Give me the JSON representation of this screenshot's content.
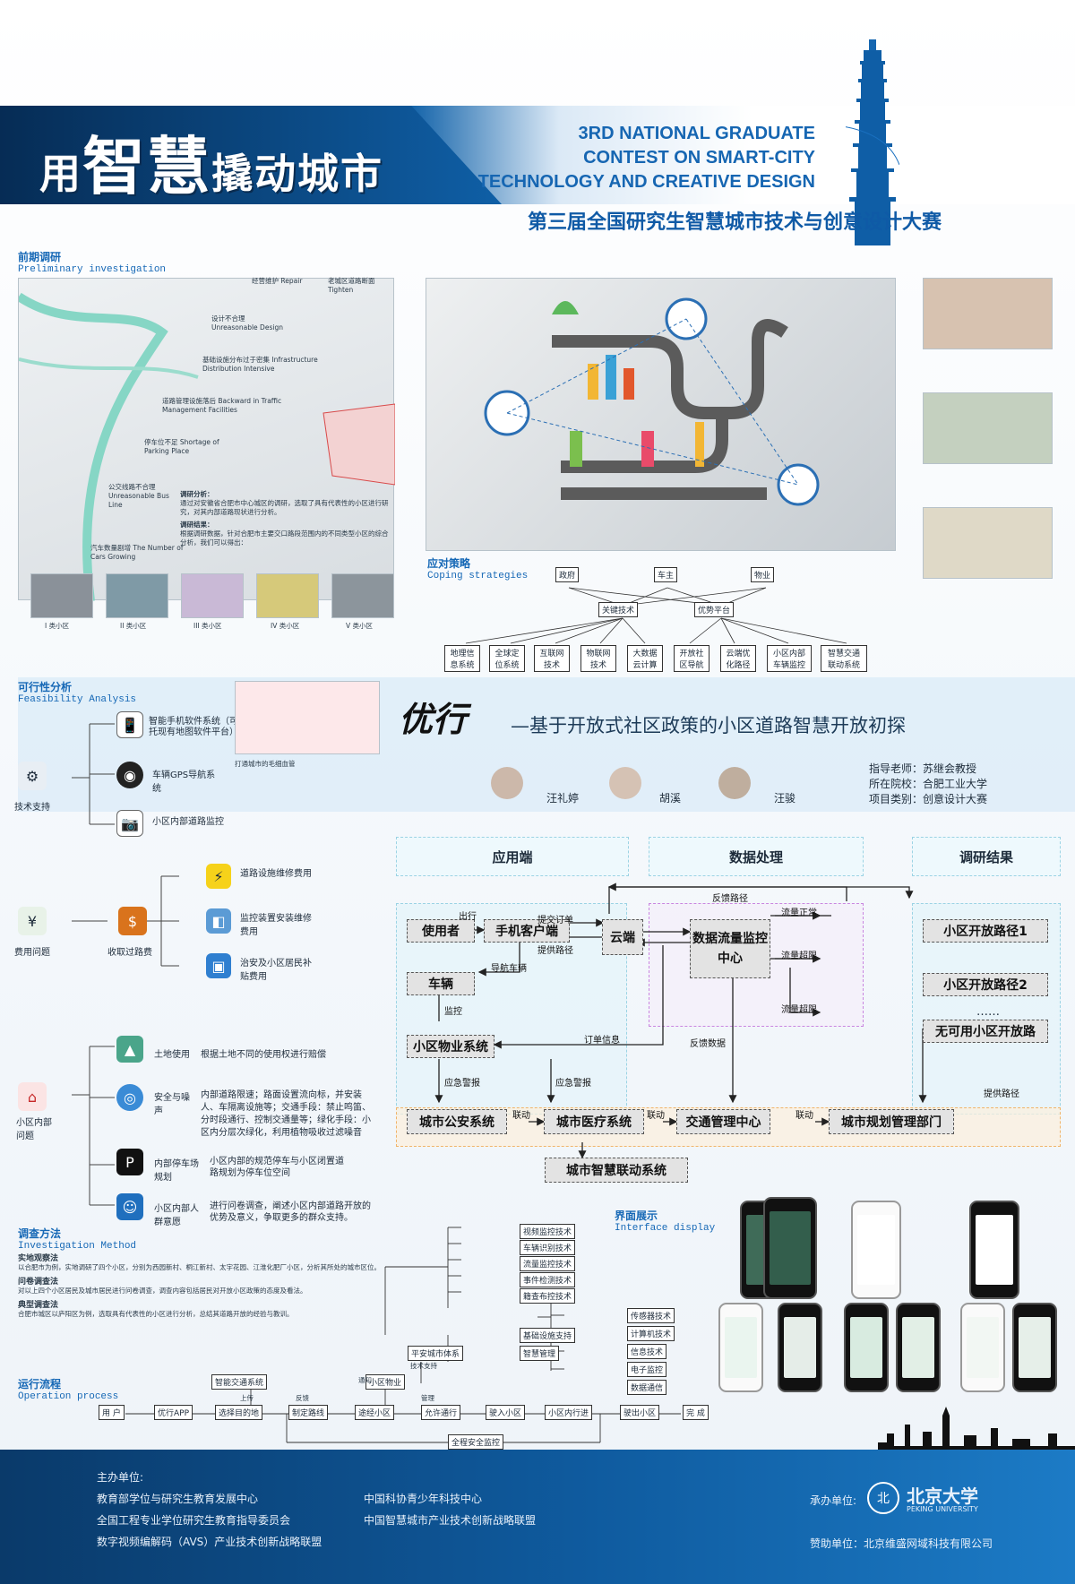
{
  "header": {
    "logo_small": "用",
    "logo_big": "智慧",
    "logo_rest": "撬动城市",
    "en_line1": "3RD NATIONAL GRADUATE",
    "en_line2": "CONTEST ON SMART-CITY",
    "en_line3": "TECHNOLOGY AND CREATIVE DESIGN",
    "cn_title": "第三届全国研究生智慧城市技术与创意设计大赛"
  },
  "preliminary": {
    "title": "前期调研",
    "subtitle": "Preliminary investigation",
    "labels": [
      "经营维护 Repair",
      "老城区道路断面 Tighten",
      "设计不合理 Unreasonable Design",
      "基础设施分布过于密集 Infrastructure Distribution Intensive",
      "道路管理设施落后 Backward in Traffic Management Facilities",
      "停车位不足 Shortage of Parking Place",
      "公交线路不合理 Unreasonable Bus Line",
      "汽车数量剧增 The Number of Cars Growing"
    ],
    "analysis_title": "调研分析：",
    "analysis_text": "通过对安徽省合肥市中心城区的调研，选取了具有代表性的小区进行研究，对其内部道路现状进行分析。",
    "result_title": "调研结果：",
    "result_text": "根据调研数据，针对合肥市主要交口路段范围内的不同类型小区的综合分析，我们可以得出：",
    "districts": [
      "I 类小区",
      "II 类小区",
      "III 类小区",
      "IV 类小区",
      "V 类小区"
    ]
  },
  "coping": {
    "title": "应对策略",
    "subtitle": "Coping strategies",
    "top": [
      "政府",
      "车主",
      "物业"
    ],
    "mid": [
      "关键技术",
      "优势平台"
    ],
    "bottom": [
      "地理信息系统",
      "全球定位系统",
      "互联网技术",
      "物联网技术",
      "大数据云计算",
      "开放社区导航",
      "云端优化路径",
      "小区内部车辆监控",
      "智慧交通联动系统"
    ]
  },
  "feasibility": {
    "title": "可行性分析",
    "subtitle": "Feasibility Analysis",
    "tech_support": "技术支持",
    "tech_items": [
      "智能手机软件系统（可依托现有地图软件平台）",
      "车辆GPS导航系统",
      "小区内部道路监控"
    ],
    "cost_issue": "费用问题",
    "toll": "收取过路费",
    "toll_items": [
      "道路设施维修费用",
      "监控装置安装维修费用",
      "治安及小区居民补贴费用"
    ],
    "inner_issue": "小区内部问题",
    "inner_items": [
      {
        "name": "土地使用",
        "desc": "根据土地不同的使用权进行赔偿"
      },
      {
        "name": "安全与噪声",
        "desc": "内部道路限速；路面设置流向标，并安装人、车隔离设施等；交通手段：禁止鸣笛、分时段通行、控制交通量等；绿化手段：小区内分层次绿化，利用植物吸收过滤噪音"
      },
      {
        "name": "内部停车场规划",
        "desc": "小区内部的规范停车与小区闭置道路规划为停车位空间"
      },
      {
        "name": "小区内部人群意愿",
        "desc": "进行问卷调查，阐述小区内部道路开放的优势及意义，争取更多的群众支持。"
      }
    ],
    "map_caption": "打通城市的毛细血管"
  },
  "project": {
    "logo": "优行",
    "subtitle": "—基于开放式社区政策的小区道路智慧开放初探",
    "members": [
      "汪礼婷",
      "胡溪",
      "汪骏"
    ],
    "advisor": "指导老师：苏继会教授",
    "school": "所在院校：合肥工业大学",
    "category": "项目类别：创意设计大赛"
  },
  "flow": {
    "headers": [
      "应用端",
      "数据处理",
      "调研结果"
    ],
    "nodes": {
      "user": "使用者",
      "client": "手机客户端",
      "cloud": "云端",
      "monitor": "数据流量监控中心",
      "road1": "小区开放路径1",
      "road2": "小区开放路径2",
      "noroad": "无可用小区开放路",
      "vehicle": "车辆",
      "property": "小区物业系统",
      "police": "城市公安系统",
      "medical": "城市医疗系统",
      "traffic": "交通管理中心",
      "planning": "城市规划管理部门",
      "linkage": "城市智慧联动系统",
      "dots": "……"
    },
    "edges": {
      "out": "出行",
      "submit": "提交订单",
      "provide": "提供路径",
      "feedback_path": "反馈路径",
      "normal": "流量正常",
      "over1": "流量超限",
      "over2": "流量超限",
      "nav": "导航车辆",
      "watch": "监控",
      "order": "订单信息",
      "feedback_data": "反馈数据",
      "alarm1": "应急警报",
      "alarm2": "应急警报",
      "link1": "联动",
      "link2": "联动",
      "link3": "联动",
      "provide2": "提供路径"
    }
  },
  "method": {
    "title": "调查方法",
    "subtitle": "Investigation Method",
    "items": [
      {
        "name": "实地观察法",
        "text": "以合肥市为例，实地调研了四个小区，分别为西园新村、桐江新村、太宇花园、江淮化肥厂小区，分析其所处的城市区位。"
      },
      {
        "name": "问卷调查法",
        "text": "对以上四个小区居民及城市居民进行问卷调查，调查内容包括居民对开放小区政策的态度及看法。"
      },
      {
        "name": "典型调查法",
        "text": "合肥市城区以庐阳区为例，选取具有代表性的小区进行分析，总结其道路开放的经验与教训。"
      }
    ]
  },
  "operation": {
    "title": "运行流程",
    "subtitle": "Operation process",
    "steps": [
      "用 户",
      "优行APP",
      "选择目的地",
      "制定路线",
      "途经小区",
      "允许通行",
      "驶入小区",
      "小区内行进",
      "驶出小区",
      "完 成"
    ],
    "top": [
      "智能交通系统",
      "小区物业",
      "平安城市体系"
    ],
    "bottom": "全程安全监控",
    "tech1": [
      "视频监控技术",
      "车辆识别技术",
      "流量监控技术",
      "事件检测技术",
      "籍查布控技术"
    ],
    "tech2": [
      "基础设施支持",
      "智慧管理"
    ],
    "tech3": [
      "传感器技术",
      "计算机技术",
      "信息技术",
      "电子监控",
      "数据通信"
    ],
    "small": [
      "通知",
      "上传",
      "反馈",
      "技术支持",
      "管理"
    ]
  },
  "interface": {
    "title": "界面展示",
    "subtitle": "Interface display"
  },
  "footer": {
    "host_title": "主办单位:",
    "hosts_left": [
      "教育部学位与研究生教育发展中心",
      "全国工程专业学位研究生教育指导委员会",
      "数字视频编解码（AVS）产业技术创新战略联盟"
    ],
    "hosts_right": [
      "中国科协青少年科技中心",
      "中国智慧城市产业技术创新战略联盟"
    ],
    "organizer_label": "承办单位:",
    "organizer": "北京大学",
    "organizer_en": "PEKING UNIVERSITY",
    "sponsor": "赞助单位：北京维盛网域科技有限公司"
  },
  "colors": {
    "brand": "#1668b6",
    "dark": "#0a3a6a"
  }
}
